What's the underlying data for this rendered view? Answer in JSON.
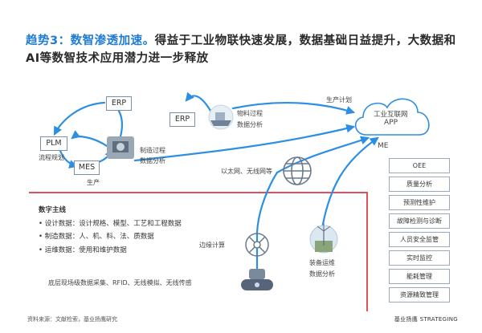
{
  "title": {
    "highlight": "趋势3：数智渗透加速。",
    "rest": "得益于工业物联快速发展，数据基础日益提升，大数据和AI等数智技术应用潜力进一步释放"
  },
  "nodes": {
    "erp_left": "ERP",
    "plm": "PLM",
    "mes": "MES",
    "erp_mid": "ERP",
    "cloud_line1": "工业互联网",
    "cloud_line2": "APP"
  },
  "labels": {
    "process_plan": "流程规划",
    "production": "生产",
    "mfg_process_line1": "制造过程",
    "mfg_process_line2": "数据分析",
    "product_process_line1": "物料过程",
    "product_process_line2": "数据分析",
    "production_plan": "生产计划",
    "me": "ME",
    "ethernet": "以太网、无线网等",
    "edge_computing": "边缘计算",
    "equip_ops_line1": "装备运维",
    "equip_ops_line2": "数据分析",
    "field_data": "底层现场级数据采集、RFID、无线模拟、无线传感"
  },
  "digital_thread": {
    "header": "数字主线",
    "items": [
      "设计数据：设计规格、模型、工艺和工程数据",
      "制造数据：人、机、料、法、质数据",
      "运维数据：使用和维护数据"
    ]
  },
  "right_boxes": [
    "OEE",
    "质量分析",
    "预测性维护",
    "故障检测与诊断",
    "人员安全监管",
    "实时监控",
    "能耗管理",
    "资源精致管理"
  ],
  "footer": {
    "source": "资料来源：文献检索，基业扬鹰研究",
    "brand": "基业扬鹰 STRATEGING"
  },
  "colors": {
    "accent": "#1f7bd6",
    "redline": "#e0505a",
    "arrow": "#2d8fe3"
  }
}
